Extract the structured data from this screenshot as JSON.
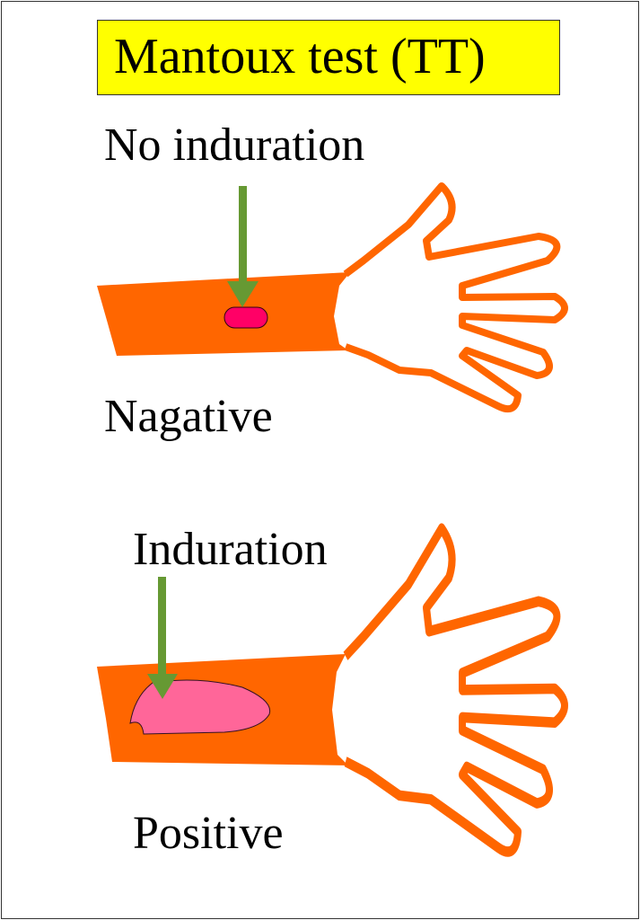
{
  "title": "Mantoux test (TT)",
  "top_panel": {
    "arrow_label": "No induration",
    "result_label": "Nagative"
  },
  "bottom_panel": {
    "arrow_label": "Induration",
    "result_label": "Positive"
  },
  "colors": {
    "title_bg": "#ffff00",
    "arm": "#ff6600",
    "arrow": "#669933",
    "negative_spot": "#ff0066",
    "positive_spot": "#ff6699"
  }
}
